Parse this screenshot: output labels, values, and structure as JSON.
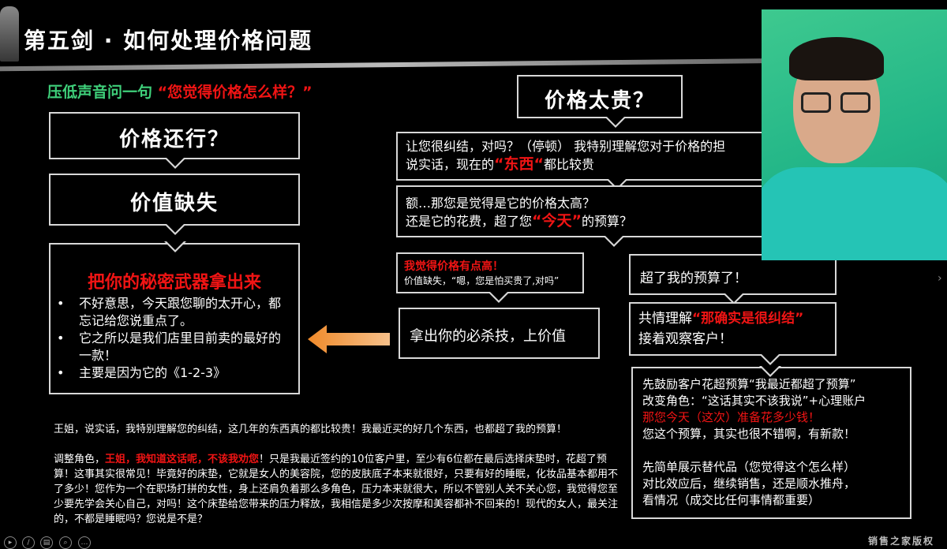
{
  "slide": {
    "title": "第五剑 · 如何处理价格问题",
    "subtitle_green": "压低声音问一句",
    "subtitle_red": "“您觉得价格怎么样？”",
    "left": {
      "box1": "价格还行？",
      "box2": "价值缺失",
      "box3_heading": "把你的秘密武器拿出来",
      "box3_bullets": [
        "不好意思，今天跟您聊的太开心，都忘记给您说重点了。",
        "它之所以是我们店里目前卖的最好的一款！",
        "主要是因为它的《1-2-3》"
      ]
    },
    "right": {
      "top": "价格太贵？",
      "b1_line1": "让您很纠结，对吗？（停顿）    我特别理解您对于价格的担",
      "b1_line2_pre": "说实话，现在的",
      "b1_line2_red": "“东西“",
      "b1_line2_post": "都比较贵",
      "b2_line1": "额…那您是觉得是它的价格太高？",
      "b2_line2_pre": "还是它的花费，超了您",
      "b2_line2_red": "“今天”",
      "b2_line2_post": "的预算？",
      "b3_red": "我觉得价格有点高！",
      "b3_text": "价值缺失，“嗯，您是怕买贵了,对吗”",
      "b4": "拿出你的必杀技，上价值",
      "b5": "超了我的预算了！",
      "b6_pre": "共情理解",
      "b6_red": "“那确实是很纠结”",
      "b6_line2": "接着观察客户！",
      "b7_lines": [
        "先鼓励客户花超预算“我最近都超了预算”",
        "改变角色：“这话其实不该我说”+心理账户"
      ],
      "b7_red": "那您今天（这次）准备花多少钱！",
      "b7_lines2": [
        "您这个预算，其实也很不错啊，有新款！"
      ],
      "b7_lines3": [
        "先简单展示替代品（您觉得这个怎么样）",
        "对比效应后，继续销售，还是顺水推舟，",
        "看情况（成交比任何事情都重要）"
      ]
    },
    "bottom": {
      "p1": "王姐，说实话，我特别理解您的纠结，这几年的东西真的都比较贵！我最近买的好几个东西，也都超了我的预算！",
      "p2_pre": "调整角色，",
      "p2_red": "王姐，我知道这话呢，不该我劝您",
      "p2_post": "！只是我最近签约的10位客户里，至少有6位都在最后选择床垫时，花超了预算！这事其实很常见！毕竟好的床垫，它就是女人的美容院，您的皮肤底子本来就很好，只要有好的睡眠，化妆品基本都用不了多少！您作为一个在职场打拼的女性，身上还肩负着那么多角色，压力本来就很大，所以不管别人关不关心您，我觉得您至少要先学会关心自己，对吗！这个床垫给您带来的压力释放，我相信是多少次按摩和美容都补不回来的！现代的女人，最关注的，不都是睡眠吗？您说是不是？"
    }
  },
  "watermark": "销售之家版权",
  "colors": {
    "accent_red": "#f01414",
    "accent_green": "#3fd07a",
    "arrow_orange": "#f08a2a"
  }
}
